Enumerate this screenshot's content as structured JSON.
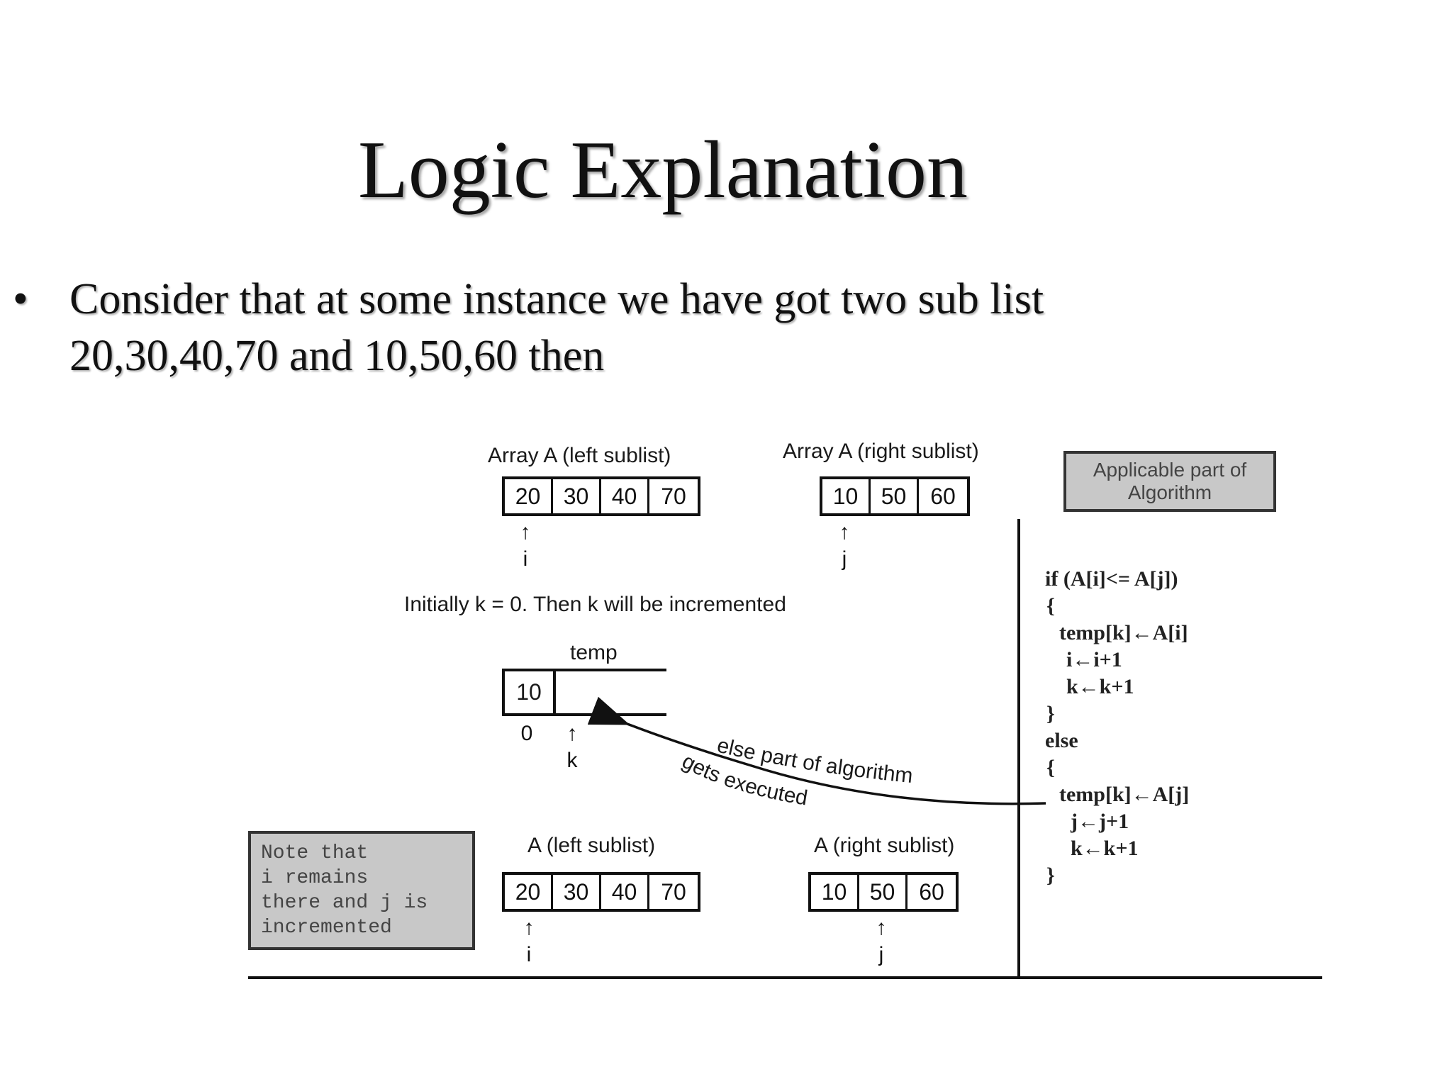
{
  "slide": {
    "title": "Logic Explanation",
    "bullet_marker": "•",
    "bullet_text": "Consider that at some instance we have got two sub list 20,30,40,70 and 10,50,60 then"
  },
  "diagram": {
    "top_left_label": "Array A (left sublist)",
    "top_left_values": [
      "20",
      "30",
      "40",
      "70"
    ],
    "top_right_label": "Array A (right sublist)",
    "top_right_values": [
      "10",
      "50",
      "60"
    ],
    "pointer_i": "i",
    "pointer_j": "j",
    "pointer_k": "k",
    "arrow_up": "↑",
    "init_note": "Initially k = 0. Then k will be incremented",
    "temp_label": "temp",
    "temp_first_value": "10",
    "temp_index": "0",
    "curve_label_top": "else part of algorithm",
    "curve_label_bottom": "gets executed",
    "bottom_left_label": "A (left sublist)",
    "bottom_left_values": [
      "20",
      "30",
      "40",
      "70"
    ],
    "bottom_right_label": "A (right sublist)",
    "bottom_right_values": [
      "10",
      "50",
      "60"
    ],
    "note_box": "Note that\ni remains\nthere and j is\nincremented",
    "algo_header": "Applicable part of\nAlgorithm",
    "algo_lines": [
      "if (A[i]<= A[j])",
      "{",
      "temp[k]←A[i]",
      "i←i+1",
      "k←k+1",
      "}",
      "else",
      "{",
      "temp[k]←A[j]",
      "j←j+1",
      "k←k+1",
      "}"
    ]
  }
}
